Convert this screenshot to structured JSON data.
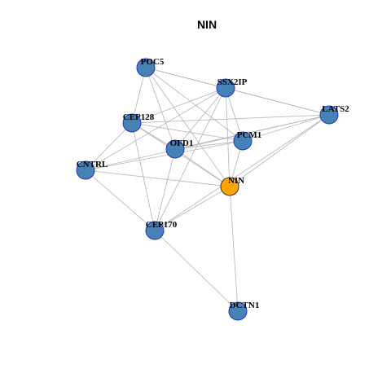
{
  "title": "NIN",
  "colors": {
    "node_default": "#4682b4",
    "node_default_border": "#1f35c9",
    "node_focus": "#ffa500",
    "node_focus_border": "#333333",
    "edge": "#b4b4b4"
  },
  "nodes": [
    {
      "id": "POC5",
      "label": "POC5",
      "focus": false
    },
    {
      "id": "SSX2IP",
      "label": "SSX2IP",
      "focus": false
    },
    {
      "id": "LATS2",
      "label": "LATS2",
      "focus": false
    },
    {
      "id": "CEP128",
      "label": "CEP128",
      "focus": false
    },
    {
      "id": "PCM1",
      "label": "PCM1",
      "focus": false
    },
    {
      "id": "OFD1",
      "label": "OFD1",
      "focus": false
    },
    {
      "id": "CNTRL",
      "label": "CNTRL",
      "focus": false
    },
    {
      "id": "NIN",
      "label": "NIN",
      "focus": true
    },
    {
      "id": "CEP170",
      "label": "CEP170",
      "focus": false
    },
    {
      "id": "DCTN1",
      "label": "DCTN1",
      "focus": false
    }
  ],
  "edges": [
    [
      "POC5",
      "SSX2IP"
    ],
    [
      "POC5",
      "LATS2"
    ],
    [
      "POC5",
      "CEP128"
    ],
    [
      "POC5",
      "PCM1"
    ],
    [
      "POC5",
      "OFD1"
    ],
    [
      "POC5",
      "NIN"
    ],
    [
      "SSX2IP",
      "LATS2"
    ],
    [
      "SSX2IP",
      "CEP128"
    ],
    [
      "SSX2IP",
      "PCM1"
    ],
    [
      "SSX2IP",
      "OFD1"
    ],
    [
      "SSX2IP",
      "CNTRL"
    ],
    [
      "SSX2IP",
      "NIN"
    ],
    [
      "SSX2IP",
      "CEP170"
    ],
    [
      "LATS2",
      "CEP128"
    ],
    [
      "LATS2",
      "PCM1"
    ],
    [
      "LATS2",
      "OFD1"
    ],
    [
      "LATS2",
      "CNTRL"
    ],
    [
      "LATS2",
      "NIN"
    ],
    [
      "LATS2",
      "CEP170"
    ],
    [
      "CEP128",
      "PCM1"
    ],
    [
      "CEP128",
      "OFD1"
    ],
    [
      "CEP128",
      "CNTRL"
    ],
    [
      "CEP128",
      "NIN"
    ],
    [
      "CEP128",
      "CEP170"
    ],
    [
      "PCM1",
      "OFD1"
    ],
    [
      "PCM1",
      "CNTRL"
    ],
    [
      "PCM1",
      "NIN"
    ],
    [
      "OFD1",
      "NIN"
    ],
    [
      "OFD1",
      "CEP170"
    ],
    [
      "CNTRL",
      "NIN"
    ],
    [
      "CNTRL",
      "CEP170"
    ],
    [
      "NIN",
      "CEP170"
    ],
    [
      "NIN",
      "DCTN1"
    ],
    [
      "CEP170",
      "DCTN1"
    ]
  ]
}
